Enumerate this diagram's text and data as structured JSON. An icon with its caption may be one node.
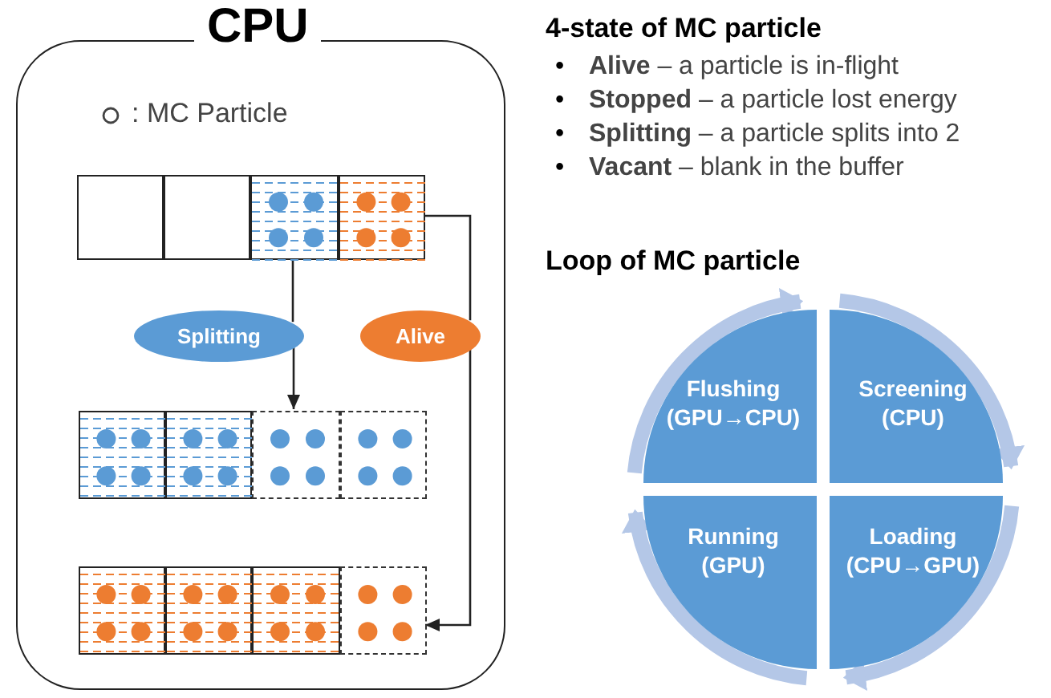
{
  "diagram": {
    "nodes": [
      {
        "text": [
          "CPU"
        ]
      },
      {
        "text": [],
        "shape": "box",
        "in": 0
      },
      {
        "text": [],
        "shape": "box",
        "in": 0
      },
      {
        "text": [],
        "shape": "box",
        "in": 0
      },
      {
        "text": [],
        "shape": "box",
        "in": 0
      },
      {
        "text": [
          "Splitting"
        ],
        "in": 0
      },
      {
        "text": [
          "Alive"
        ],
        "in": 0
      },
      {
        "text": [],
        "shape": "box",
        "in": 0
      },
      {
        "text": [],
        "shape": "box",
        "in": 0
      },
      {
        "text": [],
        "shape": "box",
        "in": 0
      },
      {
        "text": [],
        "shape": "box",
        "in": 0
      },
      {
        "text": [],
        "shape": "box",
        "in": 0
      },
      {
        "text": [],
        "shape": "box",
        "in": 0
      },
      {
        "text": [],
        "shape": "box",
        "in": 0
      },
      {
        "text": [],
        "shape": "box",
        "in": 0
      },
      {
        "text": [
          "Flushing (GPU→CPU)"
        ]
      },
      {
        "text": [
          "Screening (CPU)"
        ]
      },
      {
        "text": [
          "Running (GPU)"
        ]
      },
      {
        "text": [
          "Loading (CPU→GPU)"
        ]
      }
    ],
    "edges": [
      {
        "from": 3,
        "to": 5,
        "arrow": "none"
      },
      {
        "from": 5,
        "to": 9,
        "arrow": "to"
      },
      {
        "from": 4,
        "to": 6,
        "arrow": "none"
      },
      {
        "from": 6,
        "to": 14,
        "arrow": "to"
      },
      {
        "from": 15,
        "to": 16,
        "arrow": "to",
        "style": "thick",
        "color": "#b4c7e7"
      },
      {
        "from": 16,
        "to": 18,
        "arrow": "to",
        "style": "thick",
        "color": "#b4c7e7"
      },
      {
        "from": 18,
        "to": 17,
        "arrow": "to",
        "style": "thick",
        "color": "#b4c7e7"
      },
      {
        "from": 17,
        "to": 15,
        "arrow": "to",
        "style": "thick",
        "color": "#b4c7e7"
      }
    ],
    "labels": [
      "4-state of MC particle",
      "•",
      "**Alive** – a particle is in-flight",
      "•",
      "**Stopped** – a particle lost energy",
      "•",
      "**Splitting** – a particle splits into 2",
      "•",
      "**Vacant** – blank in the buffer",
      "Loop of MC particle"
    ],
    "legend": [
      {
        "text": ": MC Particle"
      }
    ]
  }
}
